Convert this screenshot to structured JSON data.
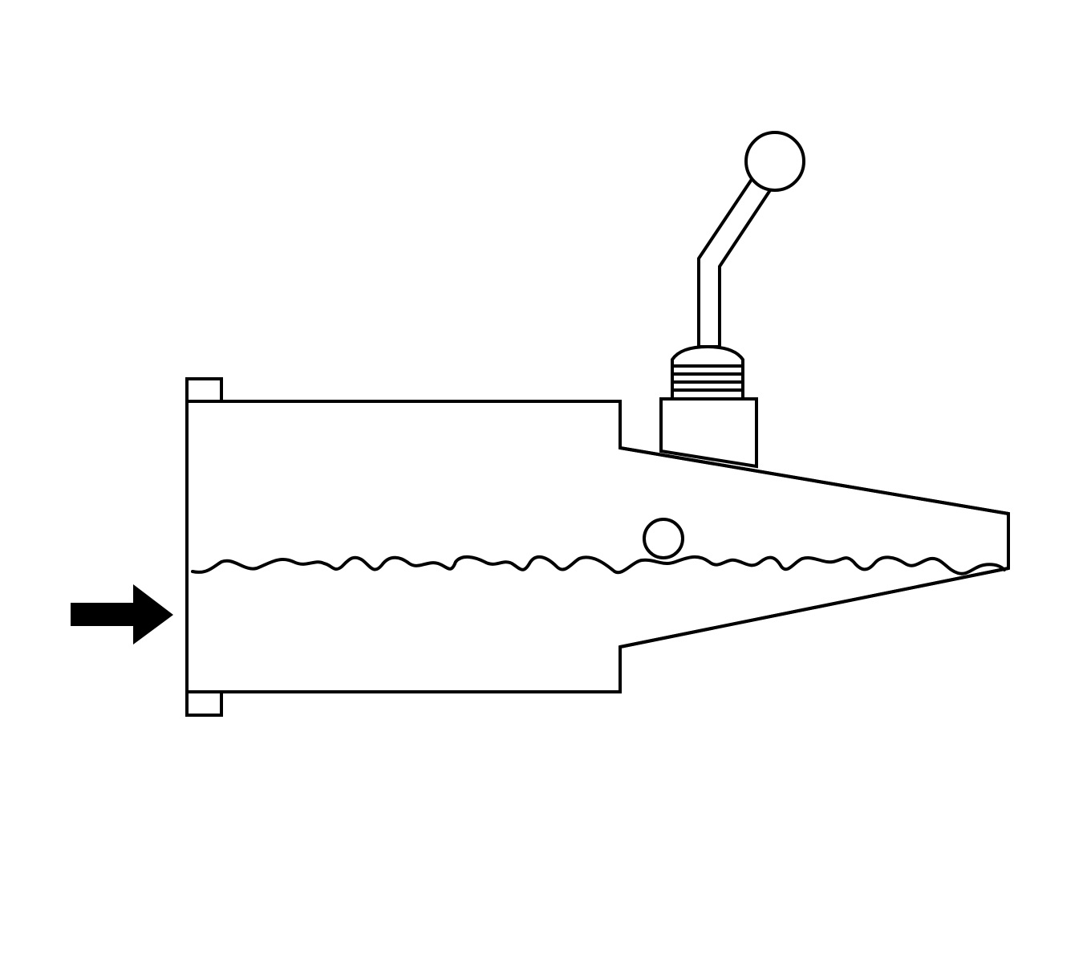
{
  "diagram": {
    "background_color": "#ffffff",
    "stroke_color": "#000000",
    "components": [
      "direction-arrow",
      "housing-body",
      "tapered-nose",
      "mounting-tab-top",
      "mounting-tab-bottom",
      "liquid-surface",
      "float-ball",
      "fitting-hex-base",
      "fitting-threads",
      "lever-rod",
      "lever-knob"
    ]
  }
}
